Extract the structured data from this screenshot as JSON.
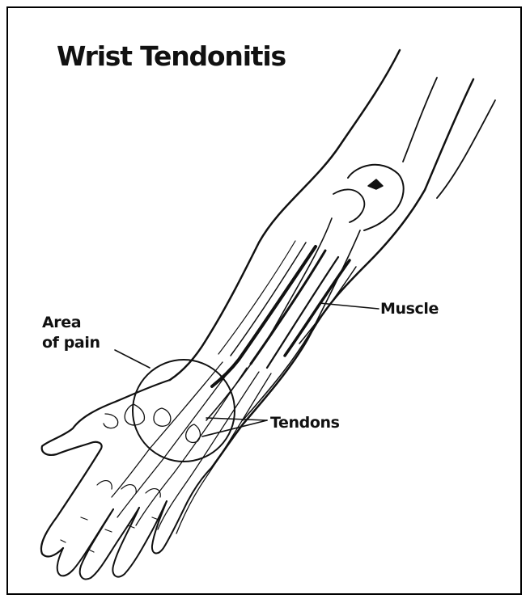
{
  "title": "Wrist Tendonitis",
  "labels": {
    "area_of_pain": [
      "Area",
      "of pain"
    ],
    "muscle": "Muscle",
    "tendons": "Tendons"
  },
  "colors": {
    "ink": "#111111",
    "background": "#ffffff"
  }
}
